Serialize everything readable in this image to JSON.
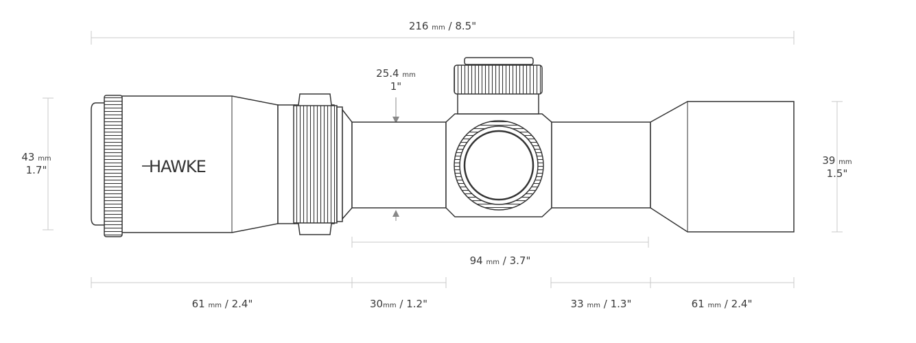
{
  "brand": "HAWKE",
  "dimensions": {
    "overall_length": {
      "value": "216",
      "unit": "mm",
      "sep": "/",
      "imperial": "8.5\""
    },
    "tube_diameter": {
      "value": "25.4",
      "unit": "mm",
      "imperial": "1\""
    },
    "objective_diameter": {
      "value": "43",
      "unit": "mm",
      "imperial": "1.7\""
    },
    "eyepiece_diameter": {
      "value": "39",
      "unit": "mm",
      "imperial": "1.5\""
    },
    "tube_length": {
      "value": "94",
      "unit": "mm",
      "sep": "/",
      "imperial": "3.7\""
    },
    "objective_section": {
      "value": "61",
      "unit": "mm",
      "sep": "/",
      "imperial": "2.4\""
    },
    "front_tube": {
      "value": "30",
      "unit": "mm",
      "sep": "/",
      "imperial": "1.2\""
    },
    "rear_tube": {
      "value": "33",
      "unit": "mm",
      "sep": "/",
      "imperial": "1.3\""
    },
    "eyepiece_section": {
      "value": "61",
      "unit": "mm",
      "sep": "/",
      "imperial": "2.4\""
    }
  },
  "colors": {
    "outline": "#333333",
    "dimension_line": "#c9c9c9",
    "arrow": "#888888",
    "text": "#3a3a3a"
  }
}
